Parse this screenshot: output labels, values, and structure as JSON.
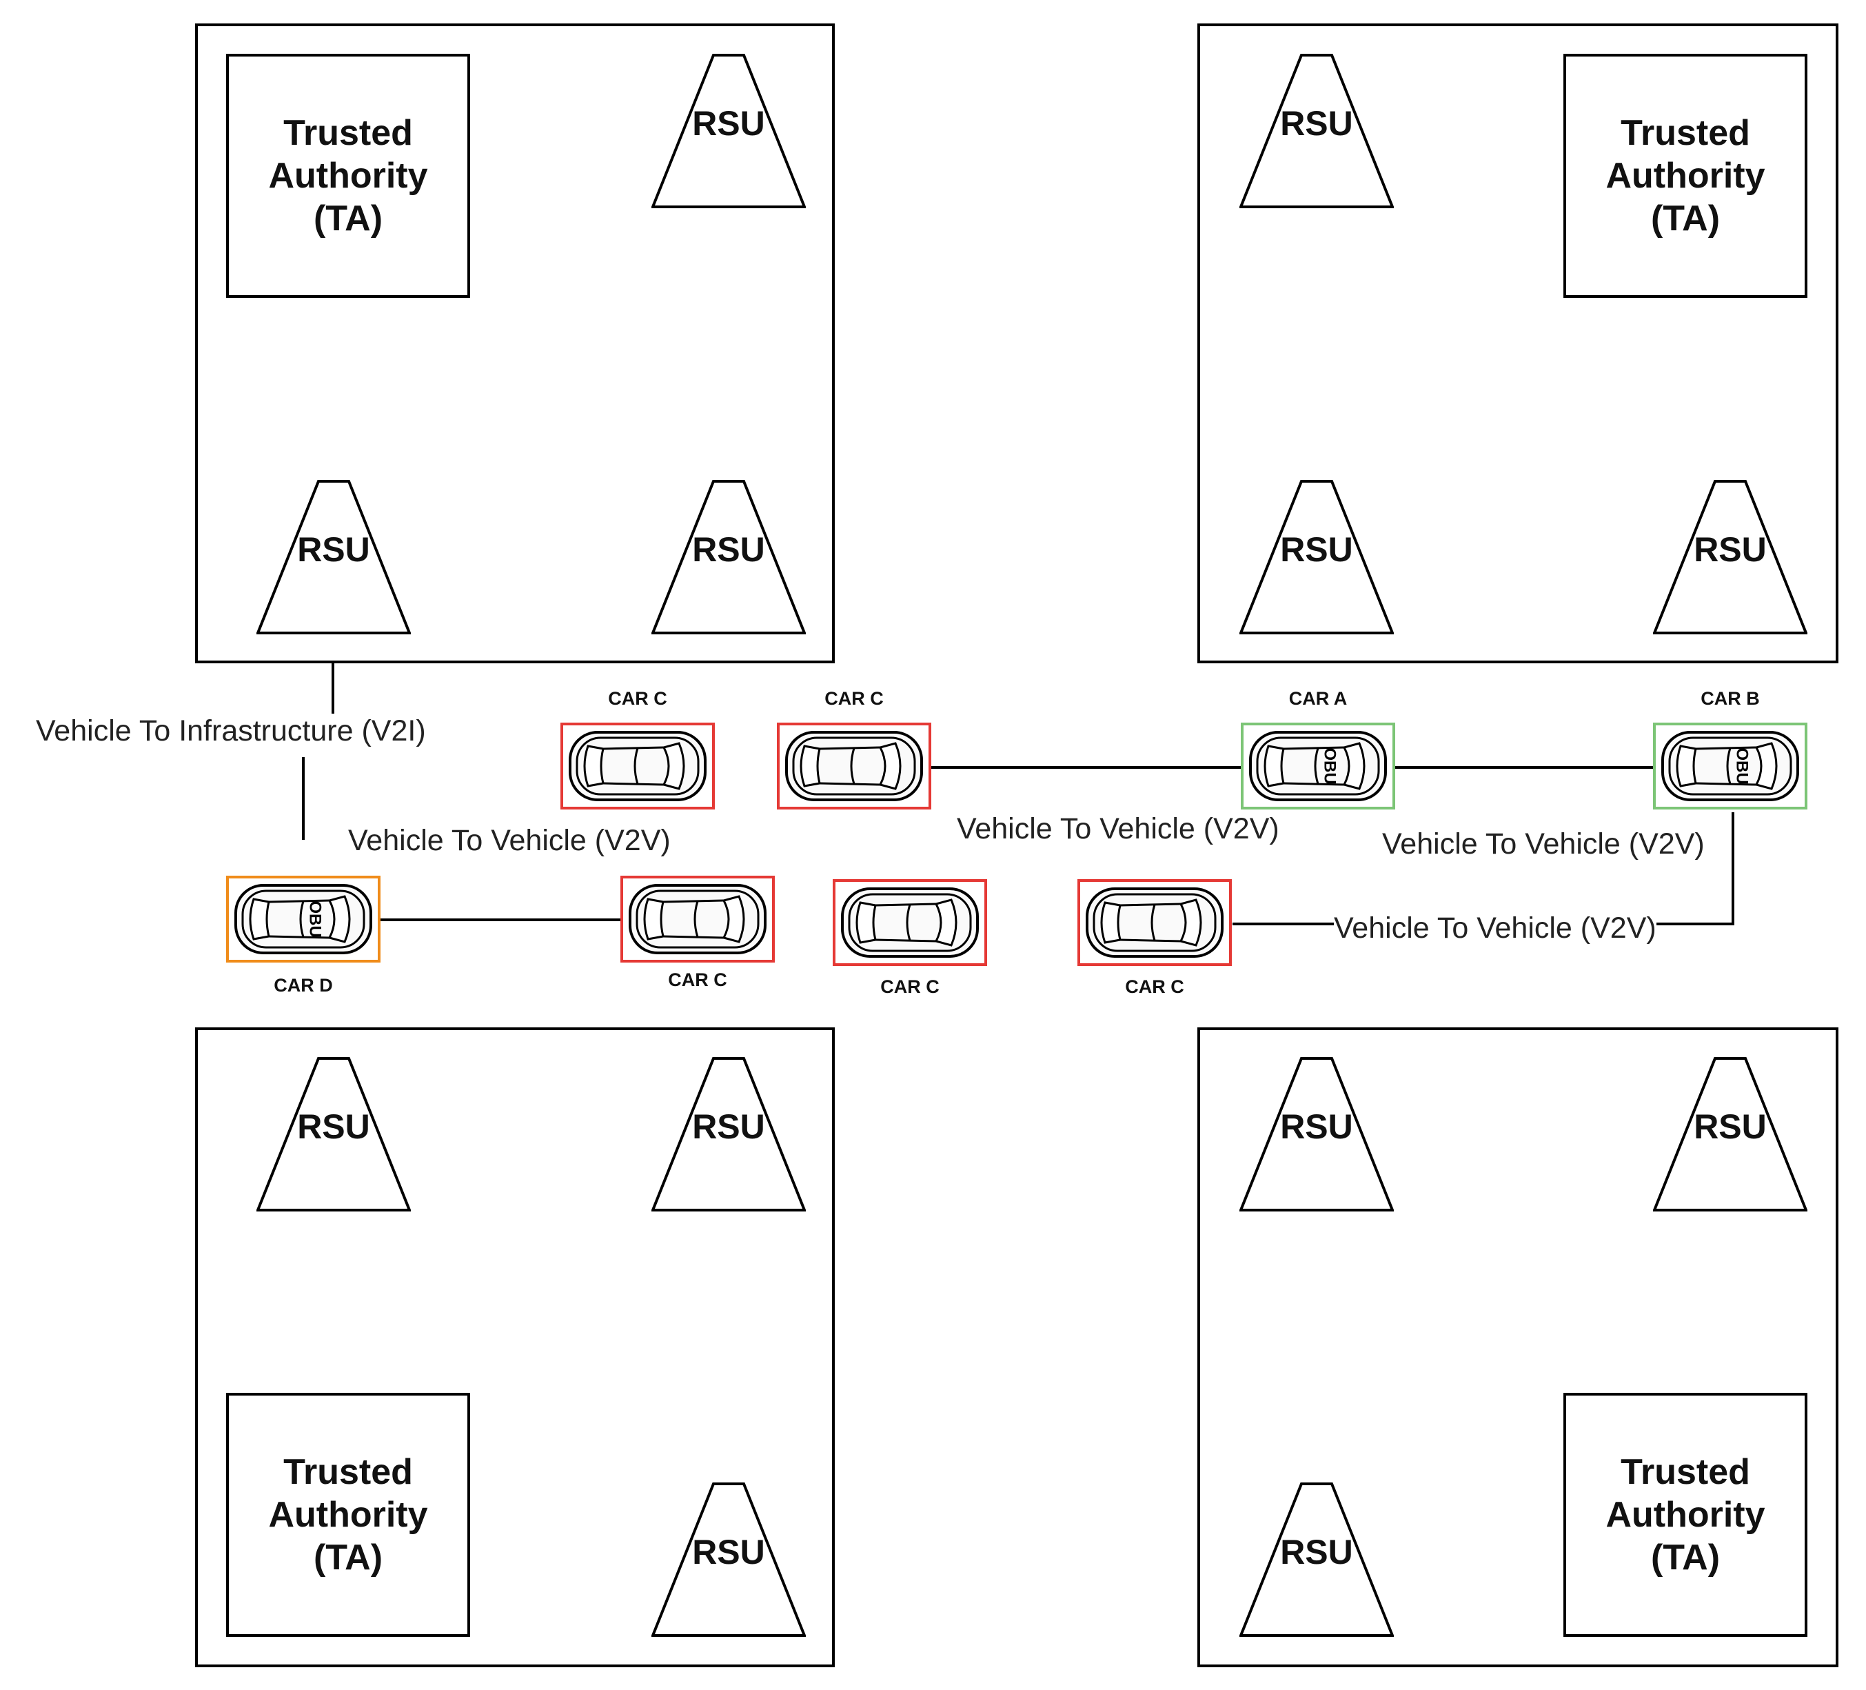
{
  "clusters": [
    {
      "ta": {
        "title": "Trusted\nAuthority\n(TA)"
      },
      "rsus": [
        {
          "label": "RSU"
        },
        {
          "label": "RSU"
        },
        {
          "label": "RSU"
        }
      ]
    },
    {
      "ta": {
        "title": "Trusted\nAuthority\n(TA)"
      },
      "rsus": [
        {
          "label": "RSU"
        },
        {
          "label": "RSU"
        },
        {
          "label": "RSU"
        }
      ]
    },
    {
      "ta": {
        "title": "Trusted\nAuthority\n(TA)"
      },
      "rsus": [
        {
          "label": "RSU"
        },
        {
          "label": "RSU"
        },
        {
          "label": "RSU"
        }
      ]
    },
    {
      "ta": {
        "title": "Trusted\nAuthority\n(TA)"
      },
      "rsus": [
        {
          "label": "RSU"
        },
        {
          "label": "RSU"
        },
        {
          "label": "RSU"
        }
      ]
    }
  ],
  "cars": [
    {
      "label": "CAR C",
      "border_color": "#e53935",
      "obu": ""
    },
    {
      "label": "CAR C",
      "border_color": "#e53935",
      "obu": ""
    },
    {
      "label": "CAR A",
      "border_color": "#7cc576",
      "obu": "OBU"
    },
    {
      "label": "CAR B",
      "border_color": "#7cc576",
      "obu": "OBU"
    },
    {
      "label": "CAR D",
      "border_color": "#f08c1a",
      "obu": "OBU"
    },
    {
      "label": "CAR C",
      "border_color": "#e53935",
      "obu": ""
    },
    {
      "label": "CAR C",
      "border_color": "#e53935",
      "obu": ""
    },
    {
      "label": "CAR C",
      "border_color": "#e53935",
      "obu": ""
    }
  ],
  "links": {
    "v2i": "Vehicle To Infrastructure (V2I)",
    "v2v_left": "Vehicle To Vehicle (V2V)",
    "v2v_mid": "Vehicle To Vehicle (V2V)",
    "v2v_right": "Vehicle To Vehicle (V2V)",
    "v2v_bottom": "Vehicle To Vehicle (V2V)"
  }
}
